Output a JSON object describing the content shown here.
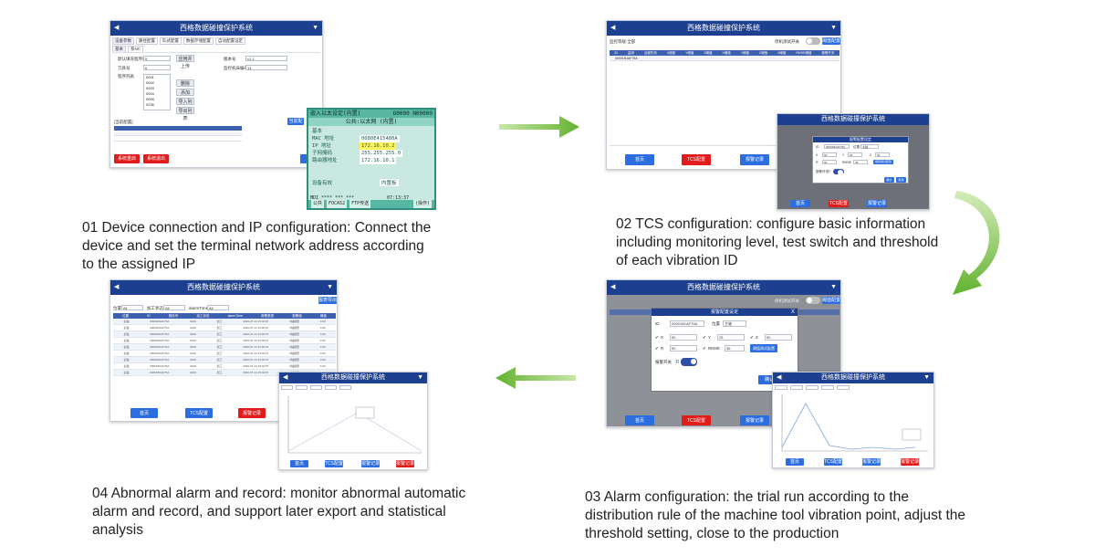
{
  "app_title": "西格数据碰撞保护系统",
  "steps": [
    {
      "caption_lines": [
        "01 Device connection and IP configuration: Connect the",
        "device and set the terminal network address according",
        "to the assigned IP"
      ]
    },
    {
      "caption_lines": [
        "02 TCS configuration: configure basic information",
        "including monitoring level, test switch and threshold",
        "of each vibration ID"
      ]
    },
    {
      "caption_lines": [
        "03 Alarm configuration: the trial run according to the",
        "distribution rule of the machine tool vibration point, adjust the",
        "threshold setting, close to the production"
      ]
    },
    {
      "caption_lines": [
        "04 Abnormal alarm and record: monitor abnormal automatic",
        "alarm and record, and support later export and statistical",
        "analysis"
      ]
    }
  ],
  "screen1": {
    "tabs": [
      "设备参数",
      "路径配置",
      "队式配置",
      "数据存储配置",
      "自动配置设定"
    ],
    "subtabs": [
      "基本",
      "系NC"
    ],
    "fields_left": [
      {
        "label": "默认填充程序数",
        "value": "5"
      },
      {
        "label": "刀具号",
        "value": "6"
      },
      {
        "label": "程序列表",
        "value": ""
      }
    ],
    "program_list": [
      "0001",
      "0002",
      "0003",
      "0004",
      "0005",
      "0236"
    ],
    "fields_right": [
      {
        "label": "版本号",
        "value": "v1.1"
      },
      {
        "label": "监控机床编号",
        "value": "14"
      }
    ],
    "side_buttons": [
      "应用并上传",
      "删除",
      "添加",
      "导入列表",
      "导出列表"
    ],
    "table_title": "[当前配置]",
    "table_button": "当前配置",
    "bottom_buttons": [
      "系统重启",
      "系统退出"
    ],
    "cnc_panel": {
      "title": "嵌入以太设定(内置)",
      "top_right": "O0000 N00000",
      "subtitle": "公共:以太网 (内置)",
      "rows": [
        {
          "label": "基本",
          "value": ""
        },
        {
          "label": "MAC 地址",
          "value": "0080E415480A"
        },
        {
          "label": "IP 地址",
          "value": "172.16.10.2"
        },
        {
          "label": "子网掩码",
          "value": "255.255.255.0"
        },
        {
          "label": "路由器地址",
          "value": "172.16.10.1"
        }
      ],
      "status": "设备有效",
      "status2": "内置板",
      "mdi": "MDI **** *** ***",
      "time": "07:13:37",
      "bottom_tabs": [
        "公共",
        "FOCAS2",
        "FTP传送",
        "(操作)"
      ]
    }
  },
  "screen2": {
    "top_label": "监控等级:全部",
    "test_switch_label": "停机测试开关",
    "threshold_button": "阈值配置",
    "columns": [
      "ID",
      "监测",
      "近程失效",
      "X超差",
      "Y阈值",
      "Z阈值",
      "X阈值",
      "Y阈值",
      "Z阈值",
      "X阈值",
      "RMSE阈值",
      "报警开关"
    ],
    "row_id": "00001B1AF75A",
    "bottom_buttons": [
      "首页",
      "TCS配置",
      "报警记录"
    ],
    "dialog": {
      "title": "西格数据碰撞保护系统",
      "inner_title": "报警配置设定",
      "id_label": "ID",
      "id_value": "00001B1AF75A",
      "pos_label": "位置",
      "pos_value": "主轴",
      "axes": [
        {
          "axis": "X",
          "value": "50"
        },
        {
          "axis": "Y",
          "value": "25"
        },
        {
          "axis": "Z",
          "value": "50"
        },
        {
          "axis": "R",
          "value": "50"
        },
        {
          "axis": "RMSE",
          "value": "35"
        }
      ],
      "reset_button": "阈值测试配置",
      "alarm_switch_label": "报警开关",
      "alarm_switch_value": "开",
      "ok_button": "确认",
      "cancel_button": "取消"
    }
  },
  "screen3": {
    "dialog_title": "报警配置设定",
    "fields": [
      {
        "label": "ID",
        "value": "00001B1AF75A"
      },
      {
        "label": "位置",
        "value": "主轴"
      },
      {
        "label": "X",
        "value": "50"
      },
      {
        "label": "Y",
        "value": "25"
      },
      {
        "label": "Z",
        "value": "50"
      },
      {
        "label": "R",
        "value": "50"
      },
      {
        "label": "RMSE",
        "value": "35"
      }
    ],
    "reset_button": "阈值测试配置",
    "alarm_switch_label": "报警开关",
    "alarm_switch_value": "开",
    "confirm_button": "确认",
    "test_switch_label": "停机测试开关",
    "threshold_button": "阈值配置",
    "bottom_buttons": [
      "首页",
      "TCS配置",
      "报警记录"
    ],
    "chart_window_buttons": [
      "首页",
      "TCS配置",
      "报警记录",
      "报警记录"
    ]
  },
  "screen4": {
    "filters": [
      {
        "label": "位置",
        "value": "All"
      },
      {
        "label": "加工状态",
        "value": "All"
      },
      {
        "label": "alarmTime",
        "value": "All"
      }
    ],
    "export_button": "报表导出",
    "columns": [
      "位置",
      "ID",
      "程序号",
      "加工状态",
      "alarmTime",
      "报警类型",
      "报警值",
      "阈值"
    ],
    "row_sample": [
      "主轴",
      "00001B1AF75A",
      "0240",
      "加工",
      "2020-07-14 15:02:07",
      "X轴报警",
      "0.00"
    ],
    "bottom_buttons": [
      "首页",
      "TCS配置",
      "报警记录"
    ],
    "chart_window_buttons": [
      "首页",
      "TCS配置",
      "报警记录",
      "报警记录"
    ]
  },
  "colors": {
    "title_bar": "#1c3f8f",
    "accent_blue": "#2c6ee0",
    "alert_red": "#e21b1b",
    "arrow_green": "#7bc043",
    "cnc_teal": "#3aa38f"
  }
}
